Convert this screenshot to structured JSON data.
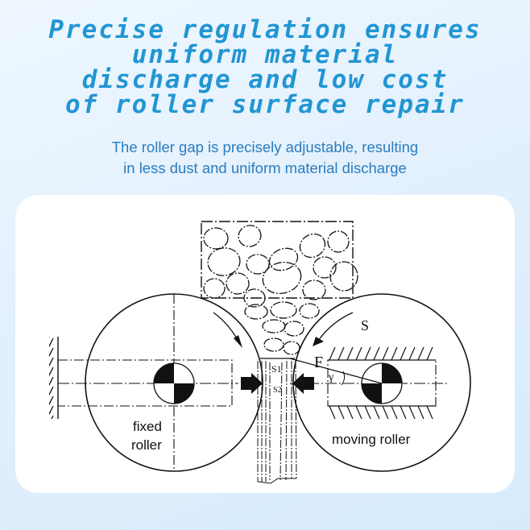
{
  "header": {
    "title_lines": [
      "Precise regulation ensures",
      "uniform material",
      "discharge and low cost",
      "of roller surface repair"
    ],
    "subtitle_lines": [
      "The roller gap is precisely adjustable, resulting",
      "in less dust and uniform material discharge"
    ]
  },
  "diagram": {
    "labels": {
      "fixed_roller_line1": "fixed",
      "fixed_roller_line2": "roller",
      "moving_roller": "moving roller",
      "s": "S",
      "f": "F",
      "gamma": "γ",
      "s1": "S1",
      "s2": "S2"
    },
    "colors": {
      "title": "#2196d3",
      "subtitle": "#2a7cbf",
      "line": "#111111",
      "card": "#ffffff"
    }
  }
}
